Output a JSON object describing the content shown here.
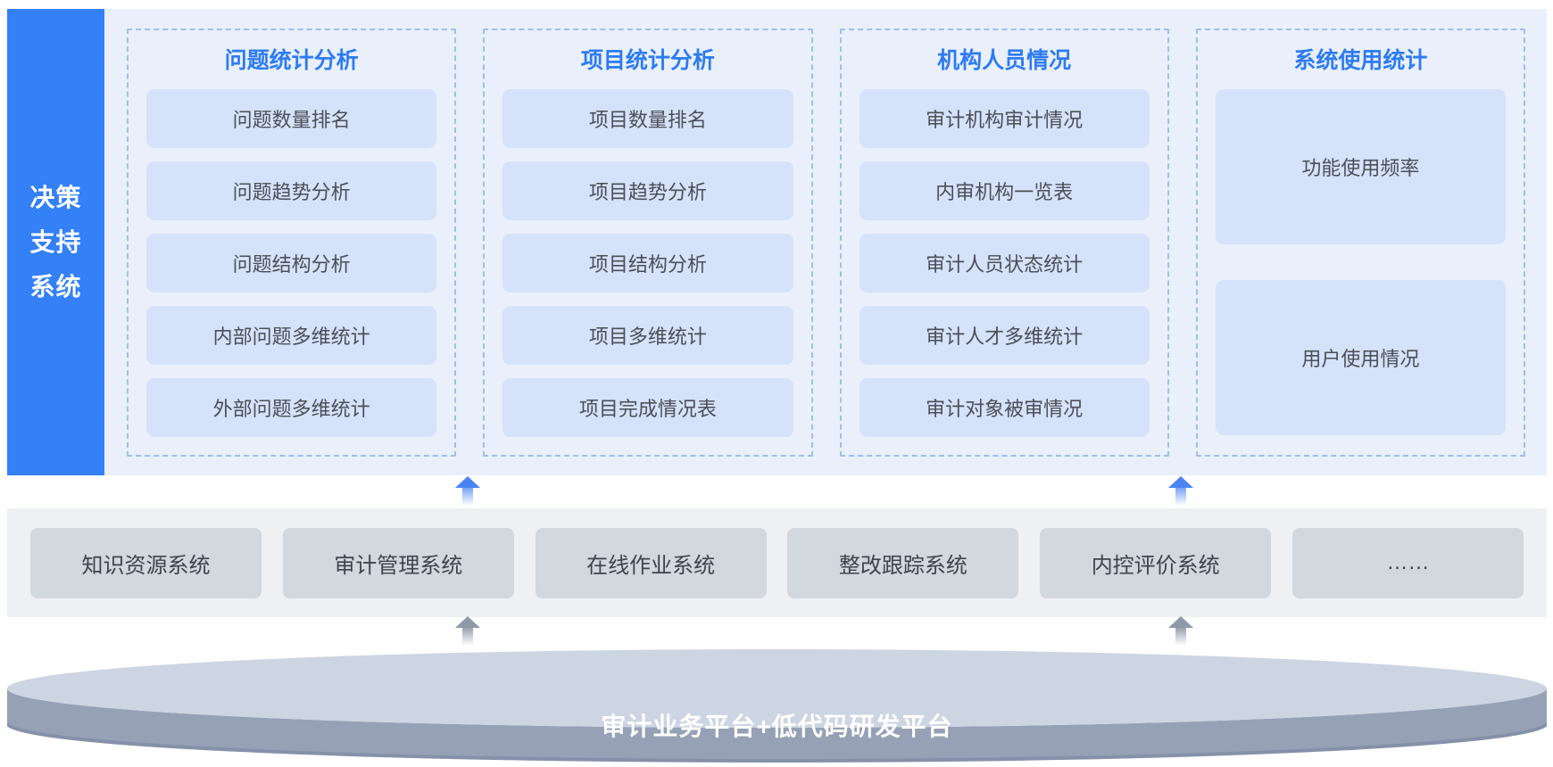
{
  "sidebar": {
    "title": "决策支持系统",
    "title_lines": [
      "决策",
      "支持",
      "系统"
    ]
  },
  "columns": [
    {
      "title": "问题统计分析",
      "items": [
        "问题数量排名",
        "问题趋势分析",
        "问题结构分析",
        "内部问题多维统计",
        "外部问题多维统计"
      ]
    },
    {
      "title": "项目统计分析",
      "items": [
        "项目数量排名",
        "项目趋势分析",
        "项目结构分析",
        "项目多维统计",
        "项目完成情况表"
      ]
    },
    {
      "title": "机构人员情况",
      "items": [
        "审计机构审计情况",
        "内审机构一览表",
        "审计人员状态统计",
        "审计人才多维统计",
        "审计对象被审情况"
      ]
    },
    {
      "title": "系统使用统计",
      "items": [
        "功能使用频率",
        "用户使用情况"
      ]
    }
  ],
  "systems_row": [
    "知识资源系统",
    "审计管理系统",
    "在线作业系统",
    "整改跟踪系统",
    "内控评价系统",
    "……"
  ],
  "platform": {
    "label": "审计业务平台+低代码研发平台"
  },
  "colors": {
    "accent_blue": "#2e7bf3",
    "sidebar_blue": "#3380f7",
    "panel_bg": "#e9f0fb",
    "dashed_border": "#9fbdee",
    "item_fill": "#d5e2f9",
    "systems_bg": "#eef0f3",
    "systems_box_fill": "#d3d7de",
    "platform_top": "#cdd4e2",
    "platform_body": "#96a1b6"
  }
}
